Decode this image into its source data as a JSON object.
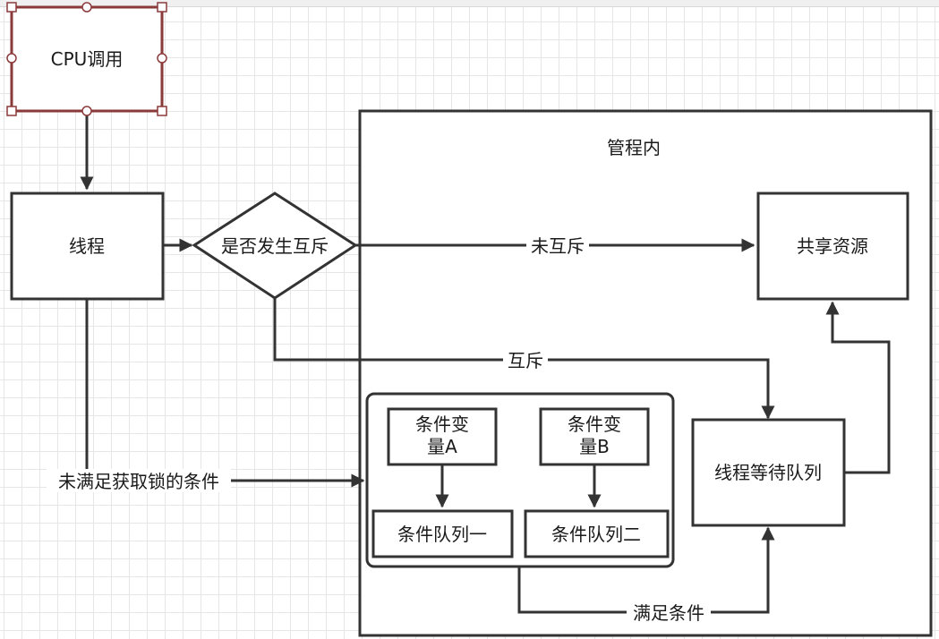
{
  "colors": {
    "stroke": "#333333",
    "selection": "#8b3a3a",
    "text": "#1a1a1a"
  },
  "nodes": {
    "cpu": "CPU调用",
    "thread": "线程",
    "decision": "是否发生互斥",
    "monitor_title": "管程内",
    "shared": "共享资源",
    "cond_a_line1": "条件变",
    "cond_a_line2": "量A",
    "cond_b_line1": "条件变",
    "cond_b_line2": "量B",
    "queue1": "条件队列一",
    "queue2": "条件队列二",
    "wait_queue": "线程等待队列"
  },
  "edges": {
    "no_mutex": "未互斥",
    "mutex": "互斥",
    "lock_fail": "未满足获取锁的条件",
    "condition_met": "满足条件"
  }
}
